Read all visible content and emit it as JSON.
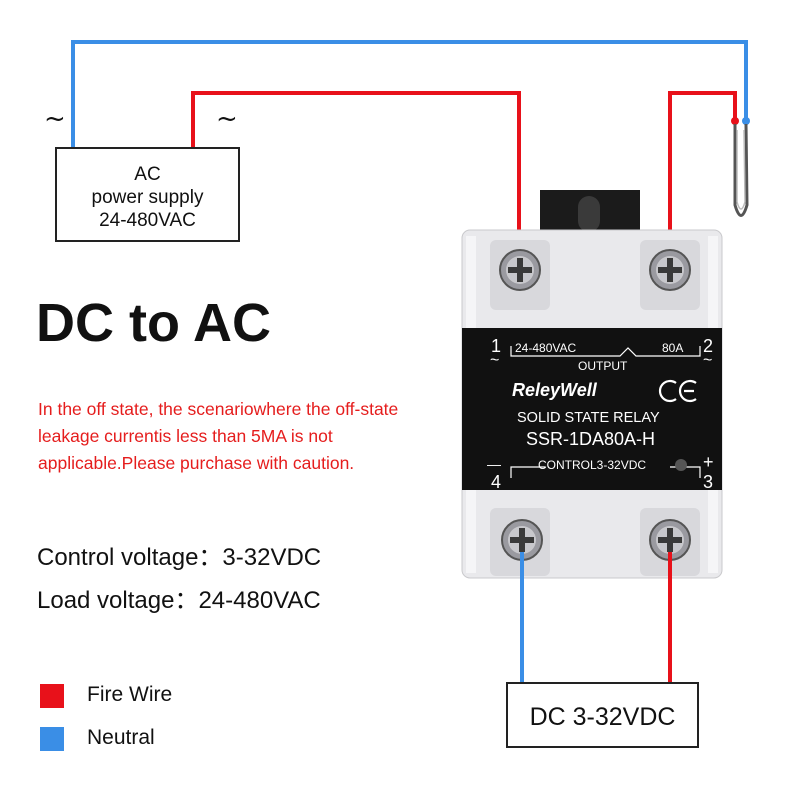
{
  "ac_supply": {
    "label_line1": "AC",
    "label_line2": "power supply",
    "label_line3": "24-480VAC",
    "tilde_left": "~",
    "tilde_right": "~"
  },
  "title": "DC to AC",
  "warning": "In the off state, the scenariowhere the off-state leakage currentis less than 5MA is not applicable.Please purchase with caution.",
  "specs": {
    "control": "Control voltage：3-32VDC",
    "load": "Load voltage：24-480VAC"
  },
  "legend": [
    {
      "label": "Fire Wire",
      "color": "#e8111a"
    },
    {
      "label": "Neutral",
      "color": "#3a8ee6"
    }
  ],
  "relay": {
    "terminal_1": "1",
    "terminal_1_sym": "~",
    "terminal_2": "2",
    "terminal_2_sym": "~",
    "output_voltage": "24-480VAC",
    "output_current": "80A",
    "output_label": "OUTPUT",
    "brand": "ReleyWell",
    "ce_mark": "CE",
    "type": "SOLID STATE RELAY",
    "model": "SSR-1DA80A-H",
    "control_label": "CONTROL3-32VDC",
    "terminal_4": "4",
    "terminal_4_sym": "—",
    "terminal_3": "3",
    "terminal_3_sym": "+"
  },
  "dc_supply": {
    "label": "DC 3-32VDC"
  },
  "colors": {
    "fire": "#e8111a",
    "neutral": "#3a8ee6",
    "relay_body": "#e9e9ec",
    "relay_label": "#111111"
  }
}
